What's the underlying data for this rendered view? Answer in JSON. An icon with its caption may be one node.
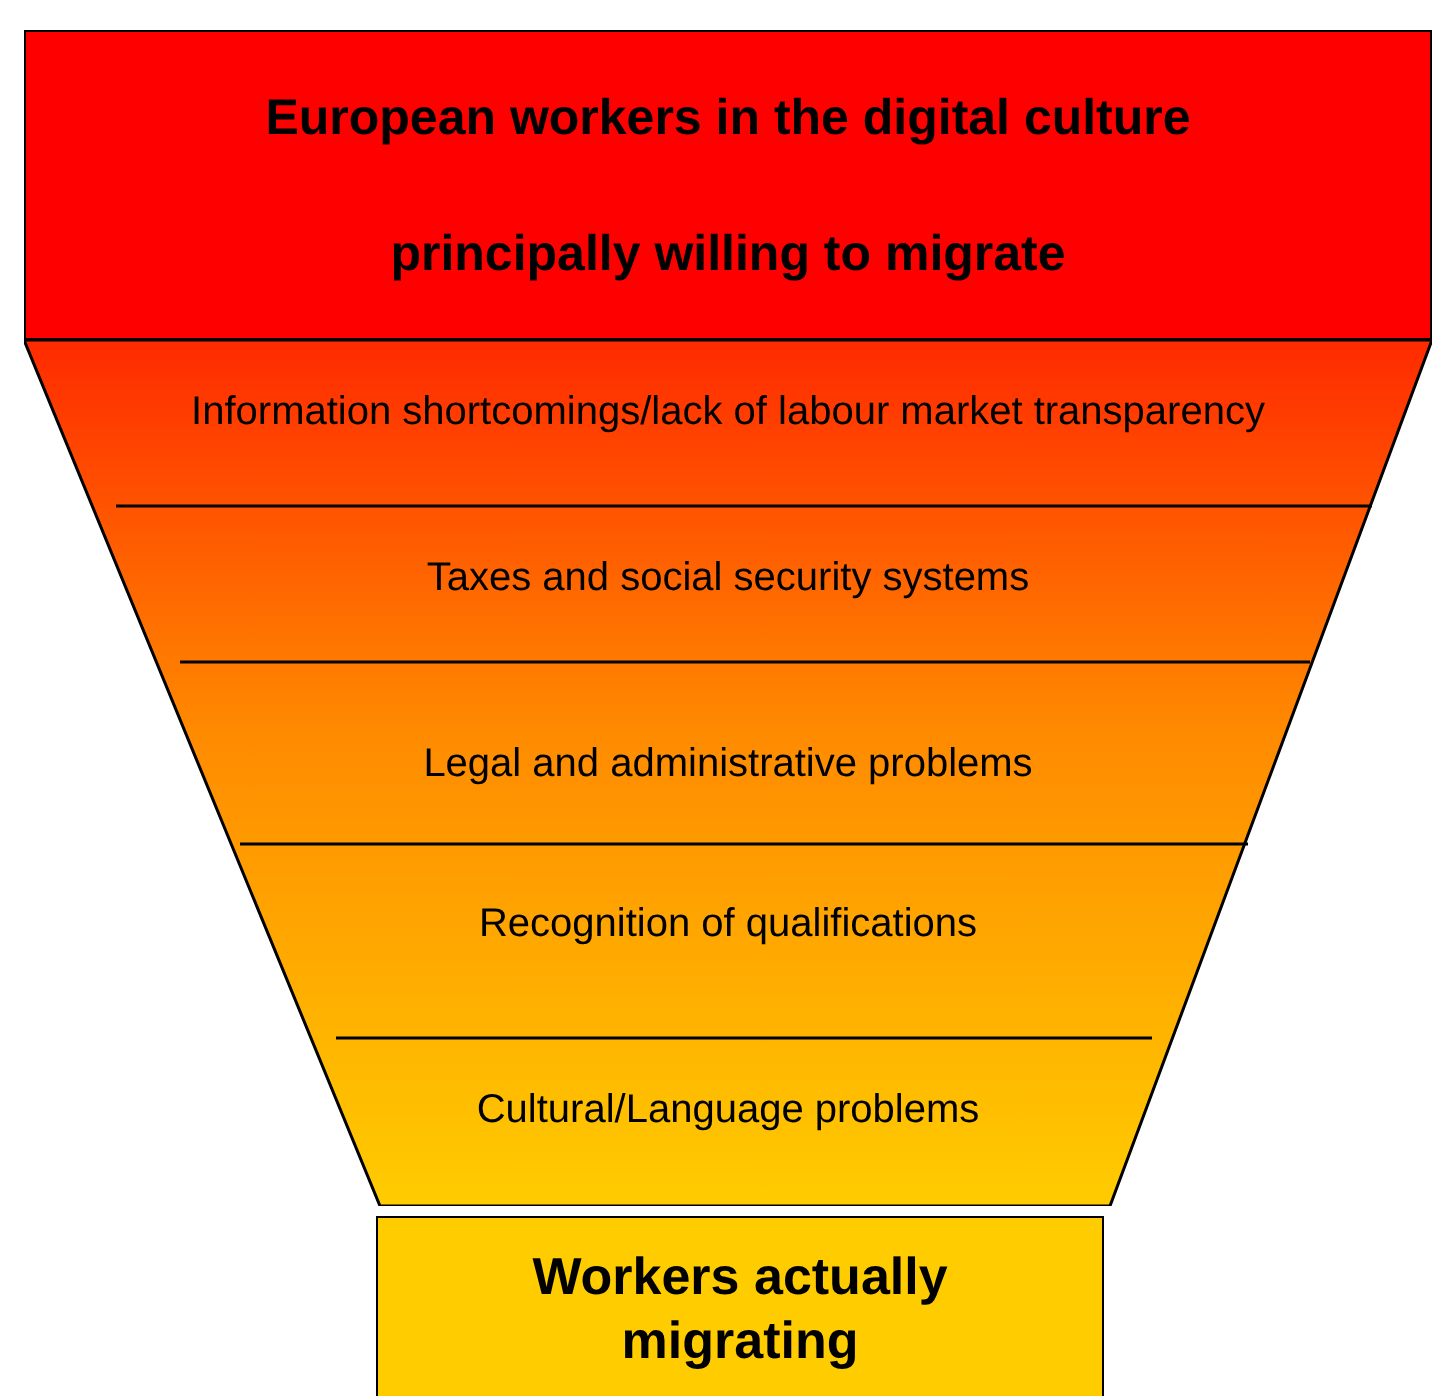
{
  "diagram": {
    "nodes": [
      {
        "text": [
          "European workers in the digital culture principally willing to migrate"
        ]
      },
      {
        "text": [],
        "shape": "funnel"
      },
      {
        "text": [
          "Information shortcomings/lack of labour market transparency"
        ],
        "in": 1
      },
      {
        "text": [
          "Taxes and social security systems"
        ],
        "in": 1
      },
      {
        "text": [
          "Legal and administrative problems"
        ],
        "in": 1
      },
      {
        "text": [
          "Recognition of qualifications"
        ],
        "in": 1
      },
      {
        "text": [
          "Cultural/Language problems"
        ],
        "in": 1
      },
      {
        "text": [
          "Workers actually migrating"
        ]
      }
    ],
    "edges": []
  }
}
